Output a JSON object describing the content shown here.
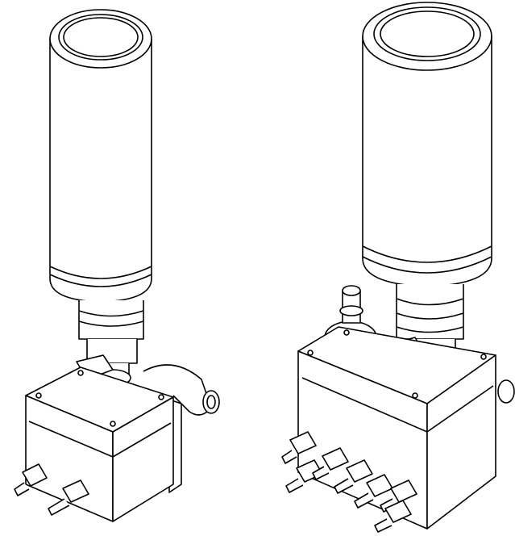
{
  "colors": {
    "stroke": "#000000",
    "background": "#ffffff",
    "fill": "#ffffff"
  },
  "figures": [
    {
      "id": "left-unit",
      "icon": "filter-cartridge-assembly-icon",
      "parts": [
        "cylinder",
        "neck",
        "valve-handle",
        "mount-block",
        "pipe-clamp",
        "hose-fittings"
      ]
    },
    {
      "id": "right-unit",
      "icon": "filter-cartridge-assembly-icon",
      "parts": [
        "cylinder",
        "neck",
        "valve-handle",
        "regulator",
        "mount-block",
        "hose-fittings"
      ]
    }
  ]
}
